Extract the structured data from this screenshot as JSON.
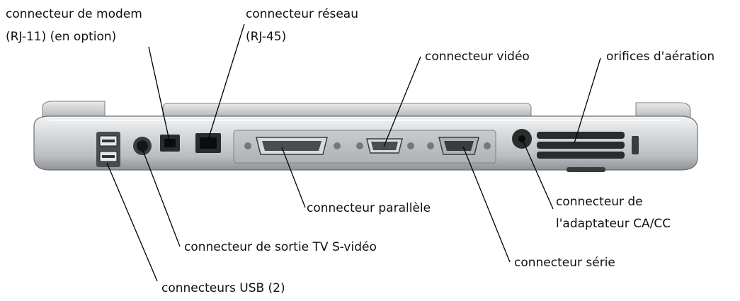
{
  "labels": {
    "modem": [
      "connecteur de modem",
      "(RJ-11) (en option)"
    ],
    "network": [
      "connecteur réseau",
      "(RJ-45)"
    ],
    "video": "connecteur vidéo",
    "vents": "orifices d'aération",
    "parallel": "connecteur parallèle",
    "adapter": [
      "connecteur de",
      "l'adaptateur CA/CC"
    ],
    "svideo": "connecteur de sortie TV S-vidéo",
    "serial": "connecteur série",
    "usb": "connecteurs USB (2)"
  },
  "colors": {
    "chassis": "#cfd2d4",
    "chassis_dark": "#8c9094",
    "port_black": "#1a1a1a",
    "leader_line": "#000000"
  }
}
